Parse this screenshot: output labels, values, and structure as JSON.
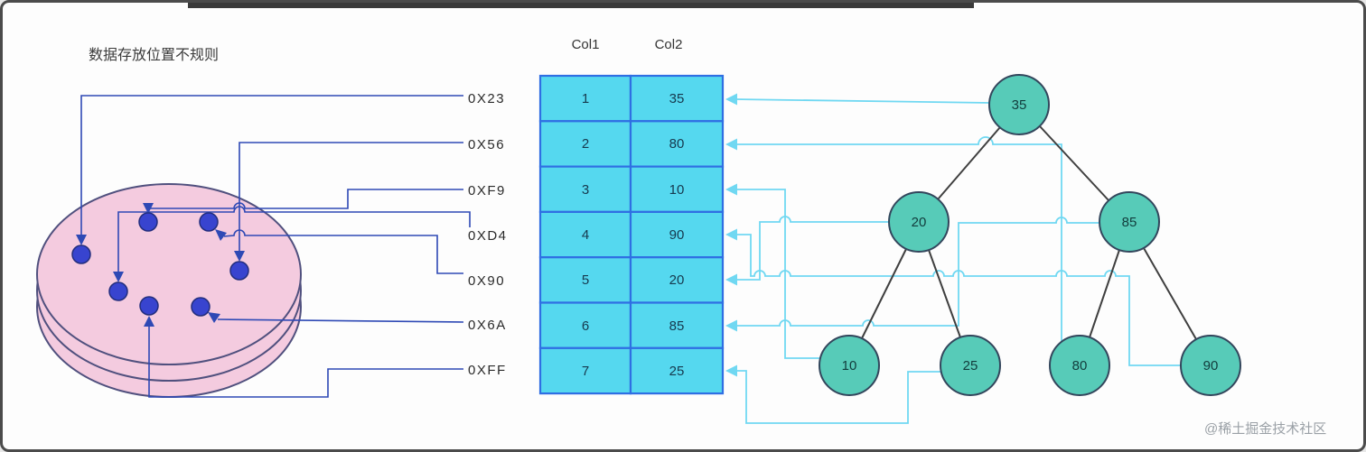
{
  "page": {
    "title": "数据存放位置不规则",
    "watermark": "@稀土掘金技术社区"
  },
  "memory": {
    "addresses": [
      "0X23",
      "0X56",
      "0XF9",
      "0XD4",
      "0X90",
      "0X6A",
      "0XFF"
    ],
    "dot_count": 7
  },
  "table": {
    "headers": [
      "Col1",
      "Col2"
    ],
    "rows": [
      [
        "1",
        "35"
      ],
      [
        "2",
        "80"
      ],
      [
        "3",
        "10"
      ],
      [
        "4",
        "90"
      ],
      [
        "5",
        "20"
      ],
      [
        "6",
        "85"
      ],
      [
        "7",
        "25"
      ]
    ]
  },
  "tree": {
    "type": "binary-search-tree",
    "values": [
      "35",
      "20",
      "85",
      "10",
      "25",
      "80",
      "90"
    ],
    "edges": [
      [
        "35",
        "20"
      ],
      [
        "35",
        "85"
      ],
      [
        "20",
        "10"
      ],
      [
        "20",
        "25"
      ],
      [
        "85",
        "80"
      ],
      [
        "85",
        "90"
      ]
    ]
  },
  "colors": {
    "table_fill": "#55d8ef",
    "table_border": "#2f6fe3",
    "node_fill": "#57cbb8",
    "node_border": "#33465c",
    "cyan_connector": "#70d8f2",
    "address_line": "#2e49b5",
    "disk_fill": "#f4cbdf",
    "disk_border": "#50507e",
    "dot_fill": "#3844cf"
  }
}
